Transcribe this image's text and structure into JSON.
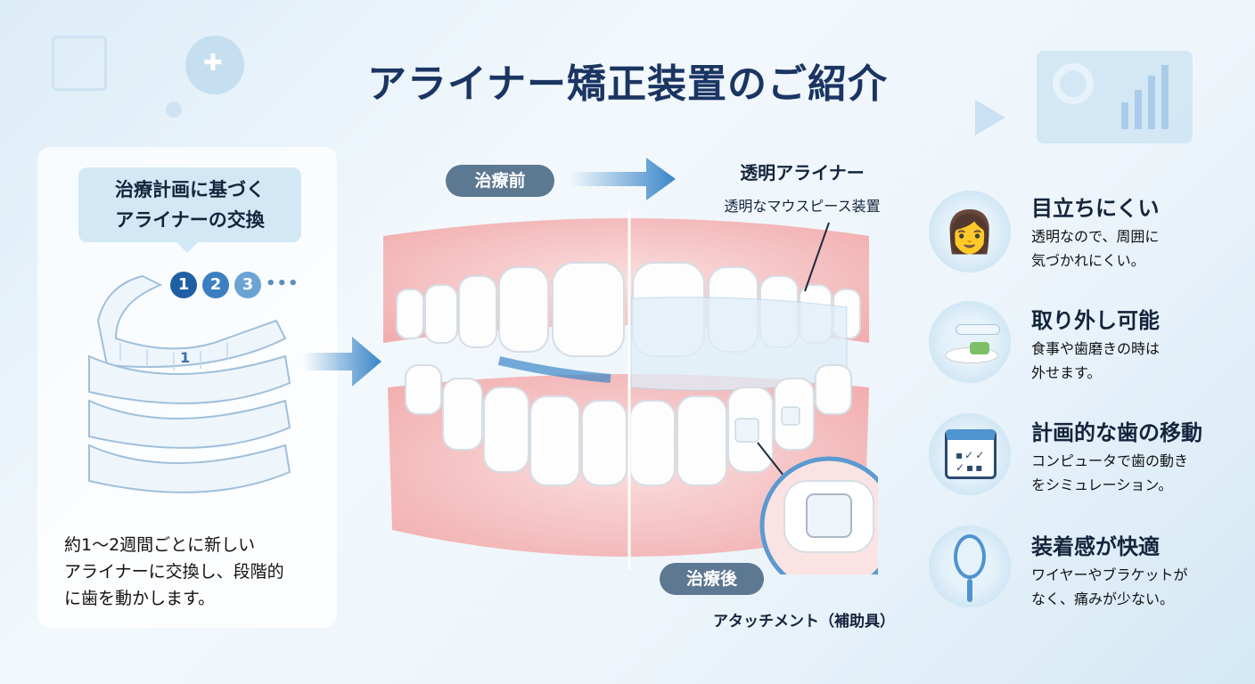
{
  "title": "アライナー矯正装置のご紹介",
  "left_panel": {
    "bubble_line1": "治療計画に基づく",
    "bubble_line2": "アライナーの交換",
    "steps": [
      "1",
      "2",
      "3"
    ],
    "steps_more": "•••",
    "tray_label": "1",
    "desc_line1": "約1〜2週間ごとに新しい",
    "desc_line2": "アライナーに交換し、段階的",
    "desc_line3": "に歯を動かします。"
  },
  "center": {
    "before_label": "治療前",
    "after_label": "治療後",
    "aligner_title": "透明アライナー",
    "aligner_sub": "透明なマウスピース装置",
    "attachment_label": "アタッチメント（補助具）"
  },
  "features": [
    {
      "icon": "woman-aligner-icon",
      "title": "目立ちにくい",
      "desc1": "透明なので、周囲に",
      "desc2": "気づかれにくい。"
    },
    {
      "icon": "removable-aligner-plate-icon",
      "title": "取り外し可能",
      "desc1": "食事や歯磨きの時は",
      "desc2": "外せます。"
    },
    {
      "icon": "calendar-icon",
      "title": "計画的な歯の移動",
      "desc1": "コンピュータで歯の動き",
      "desc2": "をシミュレーション。"
    },
    {
      "icon": "hand-mirror-icon",
      "title": "装着感が快適",
      "desc1": "ワイヤーやブラケットが",
      "desc2": "なく、痛みが少ない。"
    }
  ],
  "colors": {
    "title": "#1b3563",
    "pill": "#5d7891",
    "gum": "#f3a9a9",
    "accent": "#2f6fb3"
  }
}
